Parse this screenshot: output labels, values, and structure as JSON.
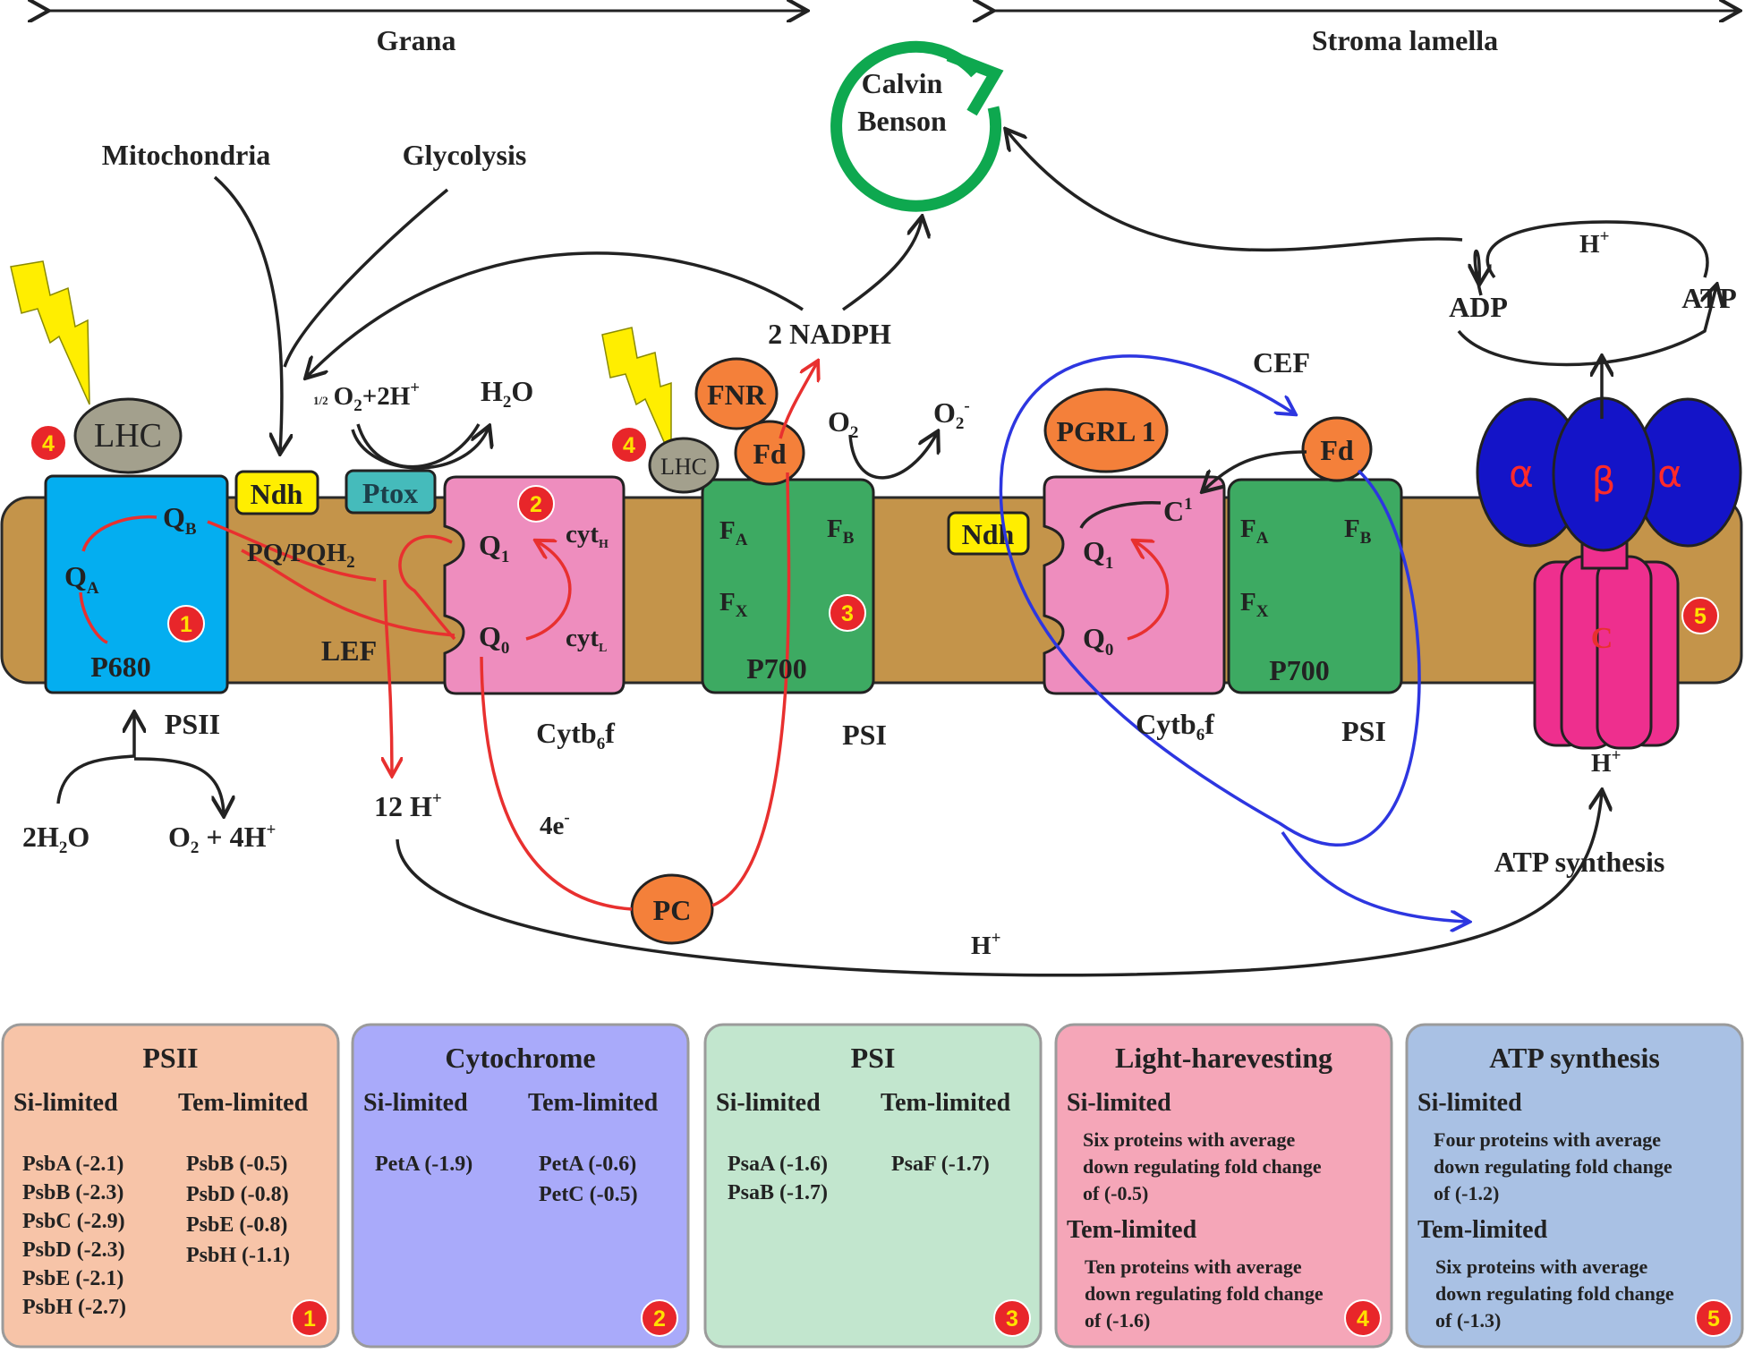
{
  "regions": {
    "grana": "Grana",
    "stroma": "Stroma lamella"
  },
  "calvin": {
    "line1": "Calvin",
    "line2": "Benson"
  },
  "inputs": {
    "mitochondria": "Mitochondria",
    "glycolysis": "Glycolysis"
  },
  "labels": {
    "nadph": "2 NADPH",
    "h2o_product": "H",
    "h2o_product_sub": "2",
    "h2o_product_tail": "O",
    "half": "1/2",
    "o2_2h": "O",
    "o2_2h_sub": "2",
    "o2_2h_tail": "+2H",
    "o2_2h_sup": "+",
    "o2": "O",
    "o2_sub": "2",
    "o2minus": "O",
    "o2minus_sub": "2",
    "o2minus_sup": "-",
    "cef": "CEF",
    "lef": "LEF",
    "pq": "PQ/PQH",
    "pq_sub": "2",
    "h2o_in": "2H",
    "h2o_in_sub": "2",
    "h2o_in_tail": "O",
    "o2_4h": "O",
    "o2_4h_sub": "2",
    "o2_4h_tail": " + 4H",
    "o2_4h_sup": "+",
    "h12": "12 H",
    "h12_sup": "+",
    "e4": "4e",
    "e4_sup": "-",
    "h_bottom": "H",
    "h_bottom_sup": "+",
    "h_right": "H",
    "h_right_sup": "+",
    "h_top": "H",
    "h_top_sup": "+",
    "adp": "ADP",
    "atp": "ATP",
    "atp_synth": "ATP synthesis"
  },
  "components": {
    "lhc": "LHC",
    "lhc_small": "LHC",
    "ndh": "Ndh",
    "ptox": "Ptox",
    "fnr": "FNR",
    "fd": "Fd",
    "fd2": "Fd",
    "pc": "PC",
    "pgrl": "PGRL 1",
    "psii": "PSII",
    "p680": "P680",
    "qa": "Q",
    "qa_sub": "A",
    "qb": "Q",
    "qb_sub": "B",
    "cyt": "Cytb",
    "cyt_sub": "6",
    "cyt_tail": "f",
    "q1": "Q",
    "q1_sub": "1",
    "q0": "Q",
    "q0_sub": "0",
    "cyth": "cyt",
    "cyth_sub": "H",
    "cytl": "cyt",
    "cytl_sub": "L",
    "psi": "PSI",
    "p700": "P700",
    "fa": "F",
    "fa_sub": "A",
    "fb": "F",
    "fb_sub": "B",
    "fx": "F",
    "fx_sub": "X",
    "c1": "C",
    "c1_sup": "1",
    "alpha": "α",
    "beta": "β",
    "c_sub": "C"
  },
  "badges": [
    "1",
    "2",
    "3",
    "4",
    "5"
  ],
  "colors": {
    "membrane": "#c4944a",
    "psii": "#04aef0",
    "cyt": "#ee8dbe",
    "psi": "#3daa62",
    "orange": "#f4803a",
    "lhc": "#a3a08d",
    "yellow": "#ffee00",
    "teal": "#45bbbb",
    "atp_blue": "#1414c8",
    "atp_pink": "#ee2f8e",
    "red": "#e8302f",
    "blue_line": "#2d36e0",
    "green_cycle": "#0ea84f",
    "badge": "#e8262a"
  },
  "boxes": [
    {
      "title": "PSII",
      "color": "#f7c4a8",
      "badge": "1",
      "col1": "Si-limited",
      "col2": "Tem-limited",
      "list1": [
        "PsbA  (-2.1)",
        "PsbB  (-2.3)",
        "PsbC  (-2.9)",
        "PsbD  (-2.3)",
        "PsbE  (-2.1)",
        "PsbH  (-2.7)"
      ],
      "list2": [
        "PsbB  (-0.5)",
        "PsbD  (-0.8)",
        "PsbE  (-0.8)",
        "PsbH  (-1.1)"
      ]
    },
    {
      "title": "Cytochrome",
      "color": "#a9aafa",
      "badge": "2",
      "col1": "Si-limited",
      "col2": "Tem-limited",
      "list1": [
        "PetA  (-1.9)"
      ],
      "list2": [
        "PetA  (-0.6)",
        "PetC  (-0.5)"
      ]
    },
    {
      "title": "PSI",
      "color": "#c2e6ce",
      "badge": "3",
      "col1": "Si-limited",
      "col2": "Tem-limited",
      "list1": [
        "PsaA  (-1.6)",
        "PsaB  (-1.7)"
      ],
      "list2": [
        "PsaF  (-1.7)"
      ]
    },
    {
      "title": "Light-harevesting",
      "color": "#f5a6b8",
      "badge": "4",
      "head1": "Si-limited",
      "para1": [
        "Six proteins with average",
        "down regulating fold change",
        "of  (-0.5)"
      ],
      "head2": "Tem-limited",
      "para2": [
        "Ten proteins with average",
        "down regulating fold change",
        "of  (-1.6)"
      ]
    },
    {
      "title": "ATP synthesis",
      "color": "#a9c1e4",
      "badge": "5",
      "head1": "Si-limited",
      "para1": [
        "Four proteins with average",
        "down regulating fold change",
        "of  (-1.2)"
      ],
      "head2": "Tem-limited",
      "para2": [
        "Six proteins with average",
        "down regulating fold change",
        "of  (-1.3)"
      ]
    }
  ]
}
